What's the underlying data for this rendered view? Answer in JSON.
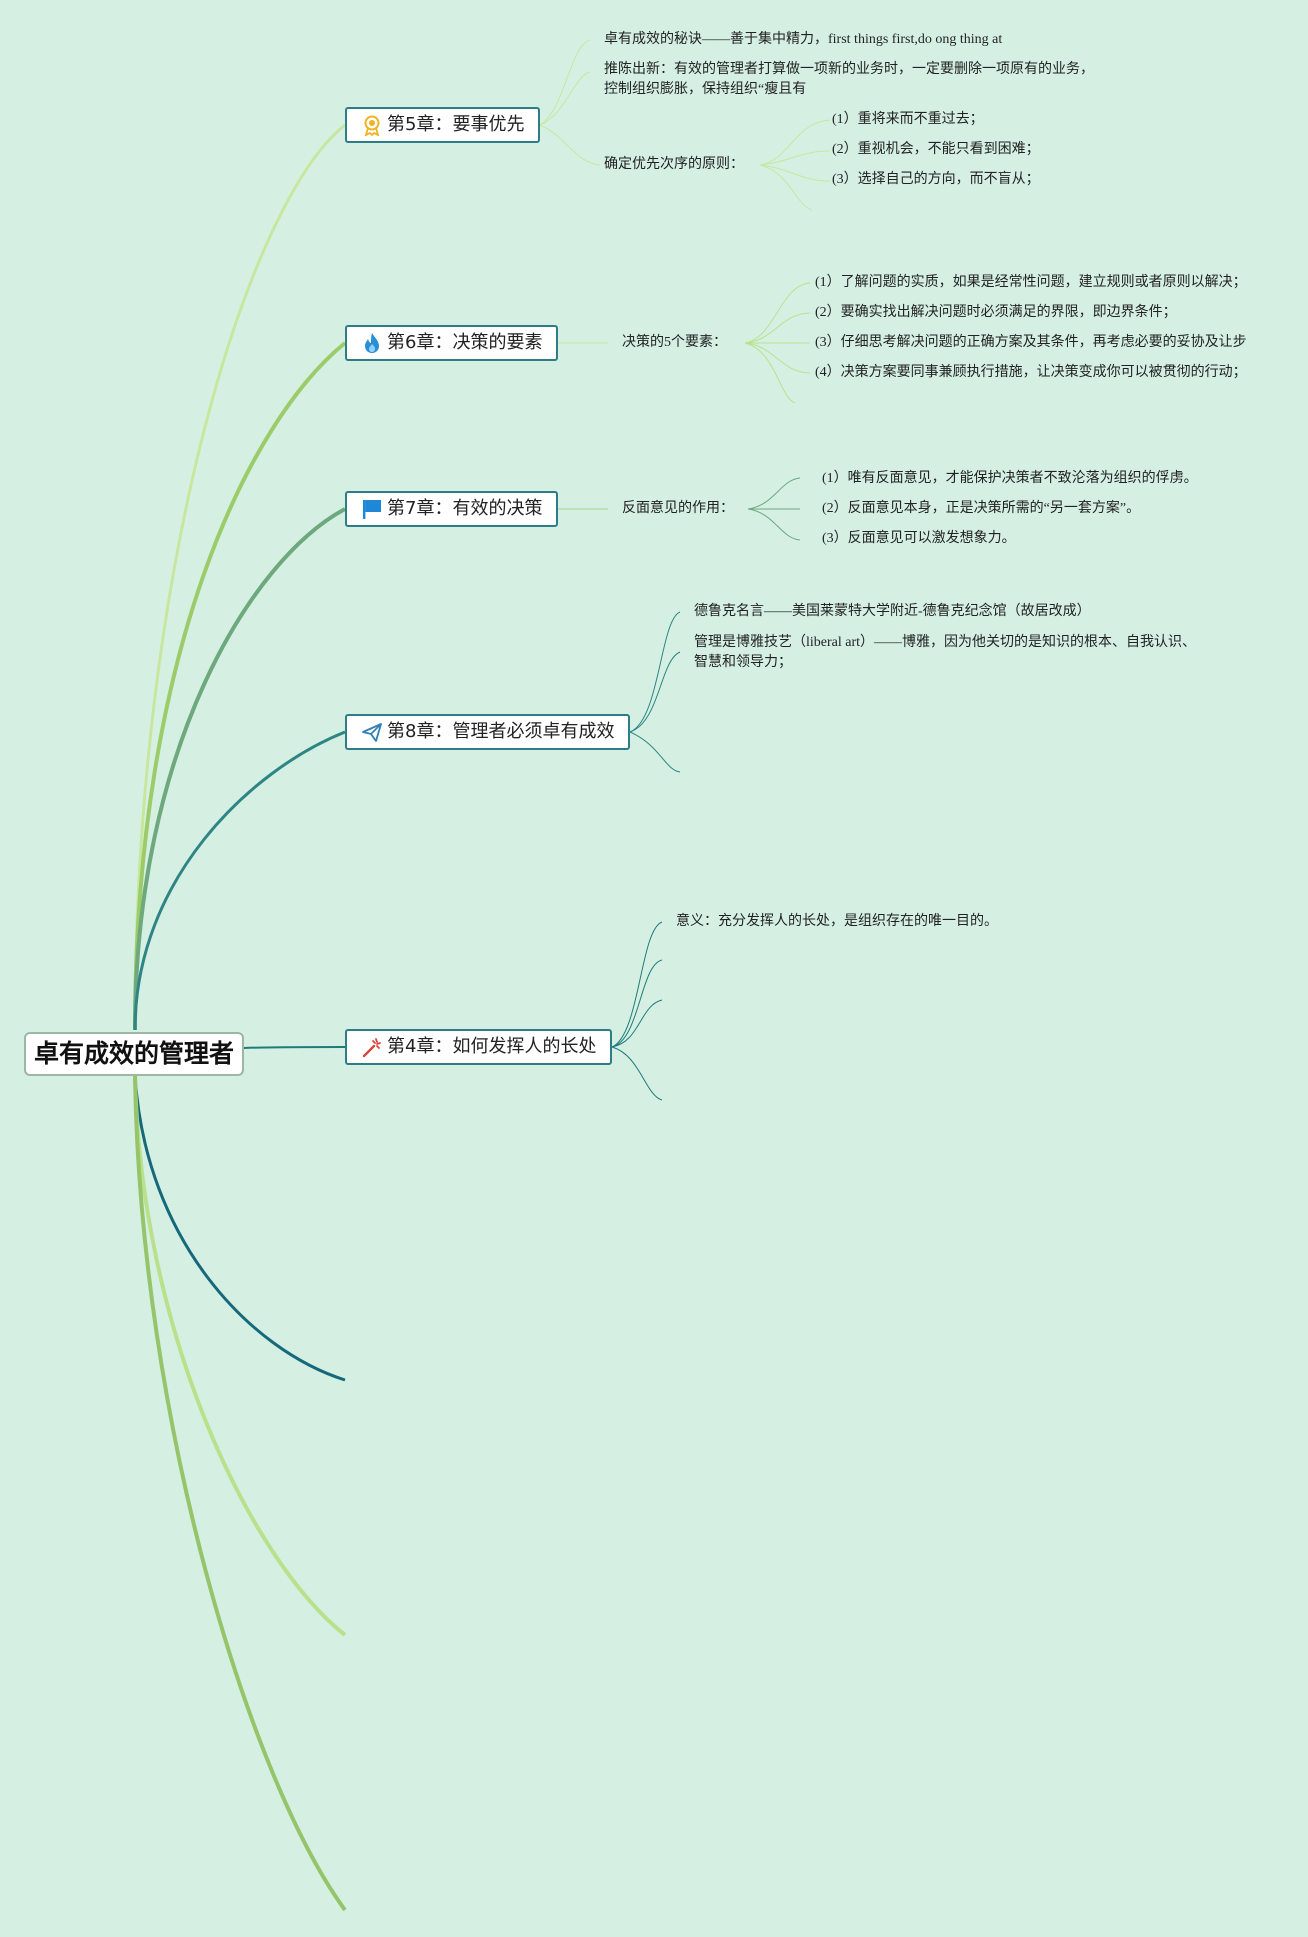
{
  "root": {
    "label": "卓有成效的管理者"
  },
  "chapters": [
    {
      "icon": "award-ribbon-icon",
      "label": "第5章：要事优先",
      "items": [
        "卓有成效的秘诀——善于集中精力，first things first,do ong thing at",
        "推陈出新：有效的管理者打算做一项新的业务时，一定要删除一项原有的业务，",
        "控制组织膨胀，保持组织“瘦且有",
        "确定优先次序的原则："
      ],
      "principles": [
        "(1）重将来而不重过去；",
        "(2）重视机会，不能只看到困难；",
        "(3）选择自己的方向，而不盲从；"
      ]
    },
    {
      "icon": "flame-icon",
      "label": "第6章：决策的要素",
      "sub": "决策的5个要素：",
      "items": [
        "(1）了解问题的实质，如果是经常性问题，建立规则或者原则以解决；",
        "(2）要确实找出解决问题时必须满足的界限，即边界条件；",
        "(3）仔细思考解决问题的正确方案及其条件，再考虑必要的妥协及让步",
        "(4）决策方案要同事兼顾执行措施，让决策变成你可以被贯彻的行动；"
      ]
    },
    {
      "icon": "flag-icon",
      "label": "第7章：有效的决策",
      "sub": "反面意见的作用：",
      "items": [
        "(1）唯有反面意见，才能保护决策者不致沦落为组织的俘虏。",
        "(2）反面意见本身，正是决策所需的“另一套方案”。",
        "(3）反面意见可以激发想象力。"
      ]
    },
    {
      "icon": "paper-plane-icon",
      "label": "第8章：管理者必须卓有成效",
      "items": [
        "德鲁克名言——美国莱蒙特大学附近-德鲁克纪念馆（故居改成）",
        "管理是博雅技艺（liberal art）——博雅，因为他关切的是知识的根本、自我认识、",
        "智慧和领导力；"
      ]
    },
    {
      "icon": "magic-wand-icon",
      "label": "第4章：如何发挥人的长处",
      "items": [
        "意义：充分发挥人的长处，是组织存在的唯一目的。"
      ]
    }
  ],
  "colors": {
    "background": "#d5f0e3",
    "chapter_border": "#2d7d88",
    "branches": [
      "#c8e79e",
      "#9ccc6a",
      "#6ea87d",
      "#2f8585",
      "#1f7a7a",
      "#16697a",
      "#b9e18c",
      "#95c46a"
    ]
  }
}
